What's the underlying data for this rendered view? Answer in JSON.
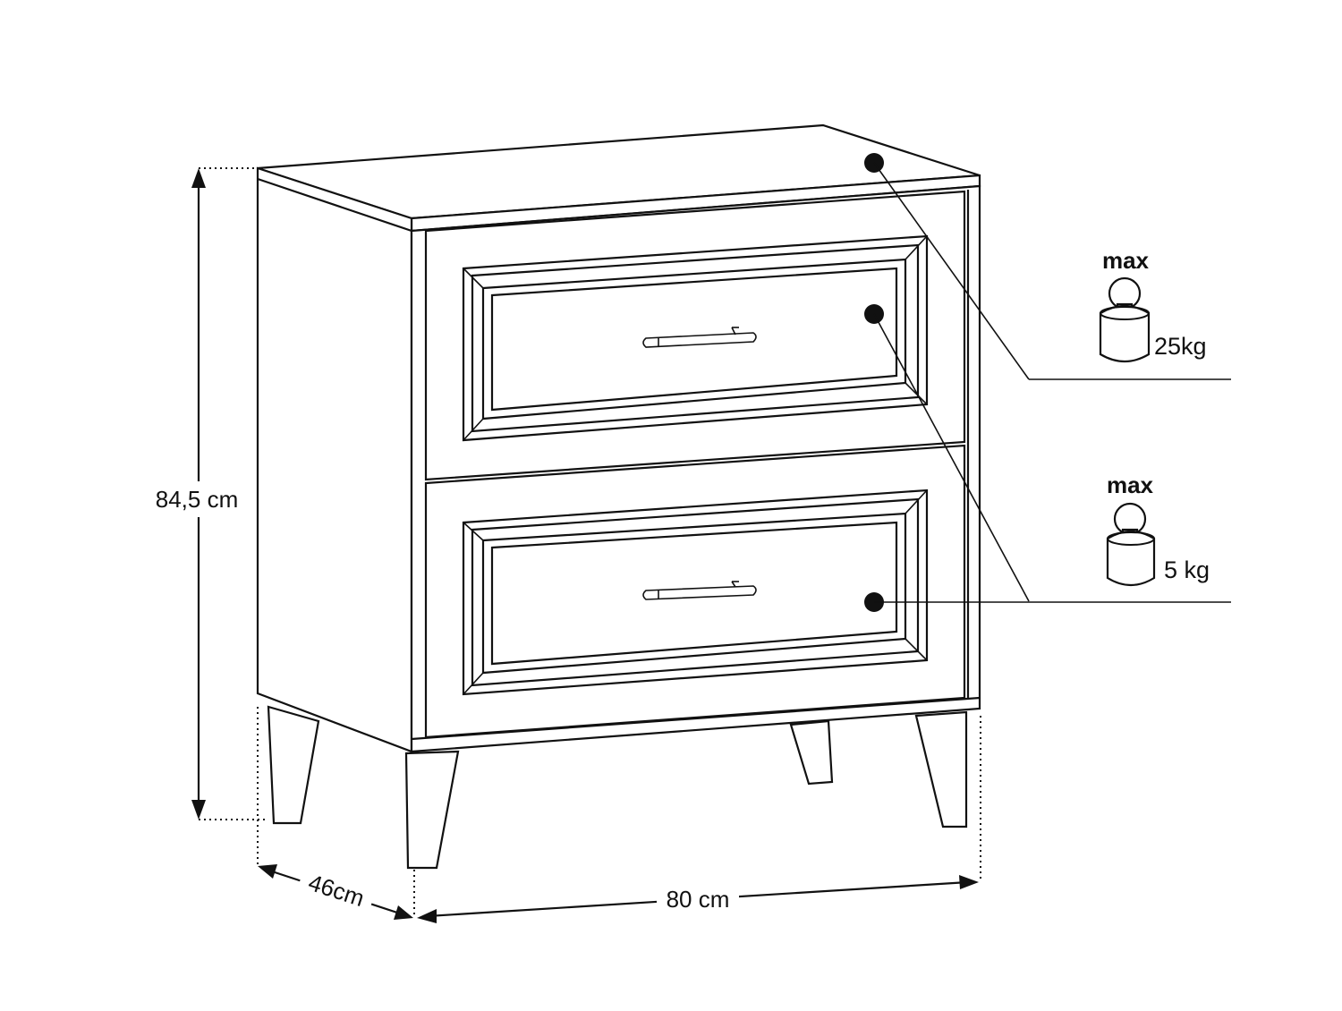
{
  "dimensions": {
    "height": "84,5 cm",
    "depth": "46cm",
    "width": "80 cm"
  },
  "load_limits": [
    {
      "label": "max",
      "value": "25kg",
      "applies_to": "top-surface"
    },
    {
      "label": "max",
      "value": "5 kg",
      "applies_to": "drawers"
    }
  ],
  "icons": {
    "weight": "weight-icon",
    "handle": "drawer-handle-icon",
    "point": "load-point-marker"
  },
  "colors": {
    "stroke": "#111111",
    "background": "#ffffff"
  }
}
